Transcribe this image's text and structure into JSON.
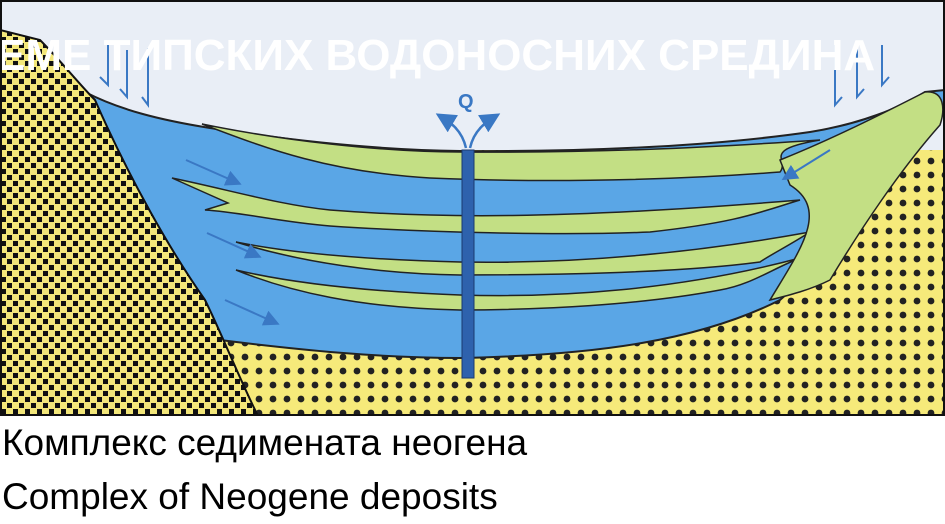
{
  "diagram": {
    "title_overlay": "ЕМЕ ТИПСКИХ ВОДОНОСНИХ СРЕДИНА",
    "well_label": "Q",
    "colors": {
      "sky": "#e9eef6",
      "aquifer": "#5aa6e6",
      "clay_lens": "#c3df84",
      "sediment": "#f6ea7a",
      "arrow": "#3a78c4",
      "well": "#2e62ad"
    },
    "icons": [
      "recharge-arrow-icon",
      "flow-arrow-icon",
      "discharge-arrow-icon"
    ]
  },
  "caption": {
    "serbian": "Комплекс седимената неогена",
    "english": "Complex of Neogene deposits"
  }
}
